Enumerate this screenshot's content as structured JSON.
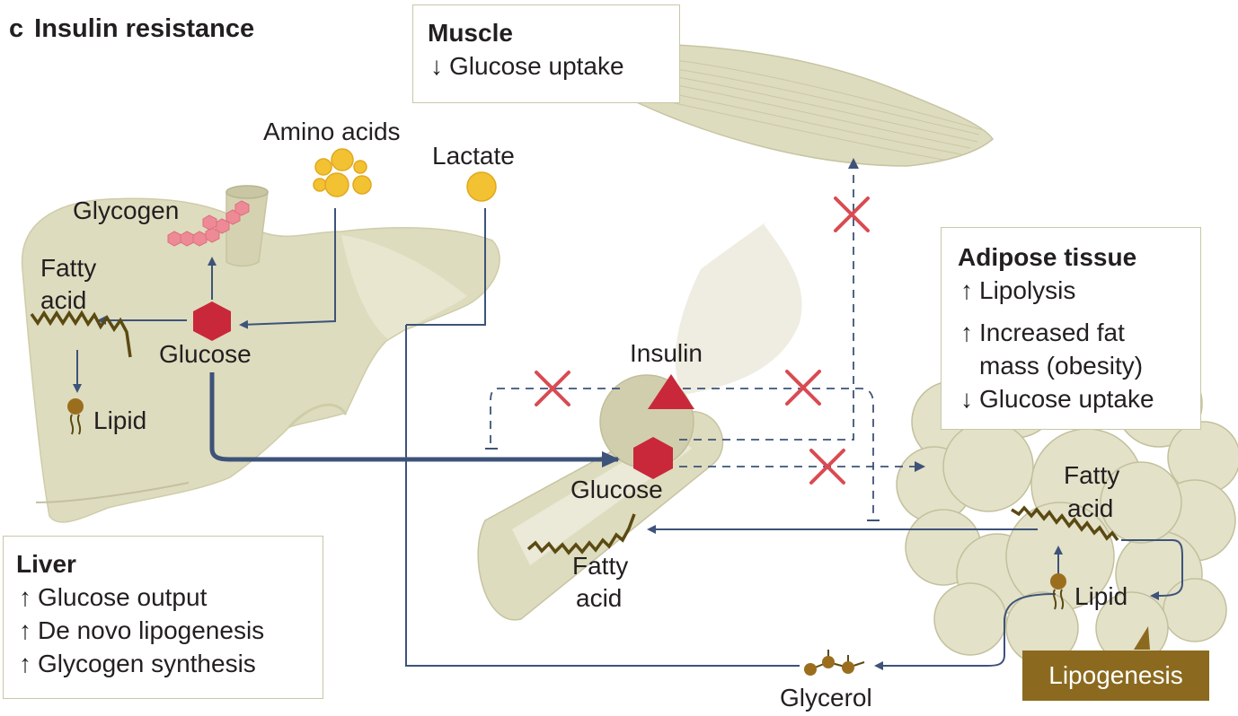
{
  "panel": {
    "letter": "c",
    "title": "Insulin resistance"
  },
  "boxes": {
    "muscle": {
      "title": "Muscle",
      "items": [
        {
          "arrow": "↓",
          "text": "Glucose uptake"
        }
      ]
    },
    "adipose": {
      "title": "Adipose tissue",
      "items": [
        {
          "arrow": "↑",
          "text": "Lipolysis"
        },
        {
          "arrow": "↑",
          "text": "Increased fat"
        },
        {
          "arrow": "",
          "text": "mass (obesity)"
        },
        {
          "arrow": "↓",
          "text": "Glucose uptake"
        }
      ]
    },
    "liver": {
      "title": "Liver",
      "items": [
        {
          "arrow": "↑",
          "text": "Glucose output"
        },
        {
          "arrow": "↑",
          "text": "De novo lipogenesis"
        },
        {
          "arrow": "↑",
          "text": "Glycogen synthesis"
        }
      ]
    }
  },
  "labels": {
    "amino_acids": "Amino acids",
    "lactate": "Lactate",
    "glycogen": "Glycogen",
    "fatty_acid_liver_1": "Fatty",
    "fatty_acid_liver_2": "acid",
    "glucose_liver": "Glucose",
    "lipid_liver": "Lipid",
    "insulin": "Insulin",
    "glucose_vessel": "Glucose",
    "fatty_acid_vessel_1": "Fatty",
    "fatty_acid_vessel_2": "acid",
    "fatty_acid_adipose_1": "Fatty",
    "fatty_acid_adipose_2": "acid",
    "lipid_adipose": "Lipid",
    "glycerol": "Glycerol",
    "lipogenesis": "Lipogenesis"
  },
  "colors": {
    "tissue": "#dedcbe",
    "tissue_dark": "#c9c6a1",
    "arrow": "#3d5379",
    "glucose": "#c8283a",
    "glycogen": "#ee8a95",
    "amino": "#f3c233",
    "fatty_acid": "#5a4a12",
    "blocked": "#d94b52",
    "lipogenesis_bg": "#8b6a1f"
  }
}
